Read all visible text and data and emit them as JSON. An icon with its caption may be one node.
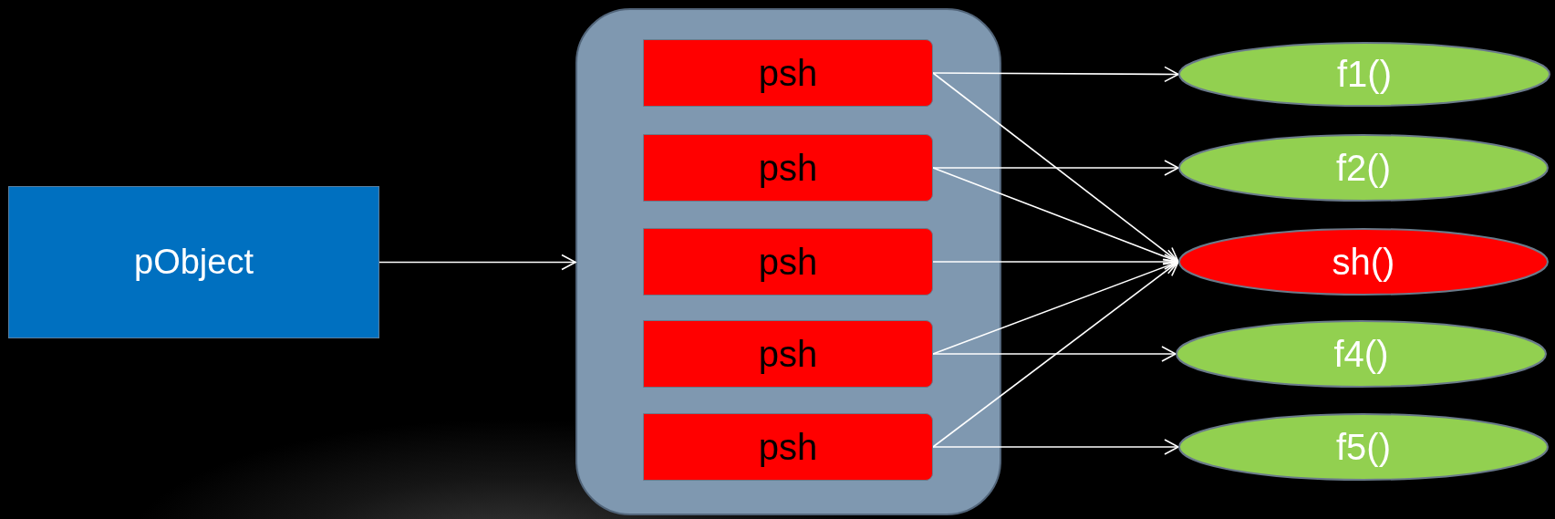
{
  "diagram": {
    "nodes": [
      {
        "text": [
          "pObject"
        ]
      },
      {
        "text": [],
        "shape": "box"
      },
      {
        "text": [
          "psh"
        ],
        "in": 1
      },
      {
        "text": [
          "psh"
        ],
        "in": 1
      },
      {
        "text": [
          "psh"
        ],
        "in": 1
      },
      {
        "text": [
          "psh"
        ],
        "in": 1
      },
      {
        "text": [
          "psh"
        ],
        "in": 1
      },
      {
        "text": [
          "f1()"
        ]
      },
      {
        "text": [
          "f2()"
        ]
      },
      {
        "text": [
          "sh()"
        ]
      },
      {
        "text": [
          "f4()"
        ]
      },
      {
        "text": [
          "f5()"
        ]
      }
    ],
    "edges": [
      {
        "from": 0,
        "to": 1,
        "arrow": "to"
      },
      {
        "from": 2,
        "to": 7,
        "arrow": "to"
      },
      {
        "from": 2,
        "to": 9,
        "arrow": "to"
      },
      {
        "from": 3,
        "to": 8,
        "arrow": "to"
      },
      {
        "from": 3,
        "to": 9,
        "arrow": "to"
      },
      {
        "from": 4,
        "to": 9,
        "arrow": "to"
      },
      {
        "from": 5,
        "to": 9,
        "arrow": "to"
      },
      {
        "from": 5,
        "to": 10,
        "arrow": "to"
      },
      {
        "from": 6,
        "to": 9,
        "arrow": "to"
      },
      {
        "from": 6,
        "to": 11,
        "arrow": "to"
      }
    ]
  }
}
